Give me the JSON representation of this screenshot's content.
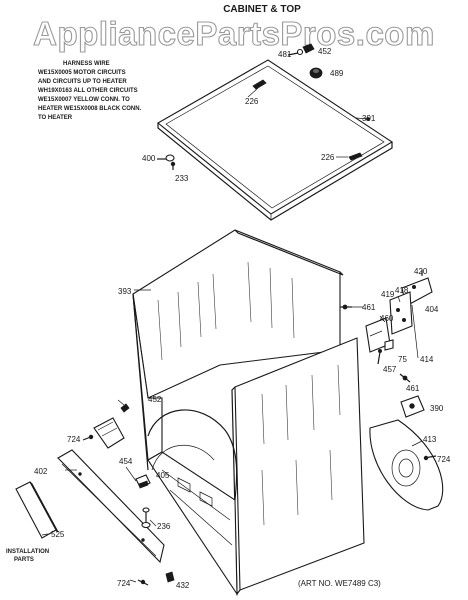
{
  "header": {
    "title": "CABINET & TOP",
    "watermark": "AppliancePartsPros.com"
  },
  "harness_note": {
    "lines": [
      "HARNESS WIRE",
      "WE15X0005 MOTOR CIRCUITS",
      "AND CIRCUITS UP TO HEATER",
      "WH19X0163 ALL OTHER CIRCUITS",
      "WE15X0007 YELLOW CONN. TO",
      "HEATER WE15X0008 BLACK CONN.",
      "TO HEATER"
    ]
  },
  "labels": {
    "p481": "481",
    "p452a": "452",
    "p489": "489",
    "p226a": "226",
    "p391": "391",
    "p400": "400",
    "p233": "233",
    "p226b": "226",
    "p420": "420",
    "p393": "393",
    "p461a": "461",
    "p419": "419",
    "p418": "418",
    "p460": "460",
    "p404": "404",
    "p75": "75",
    "p414": "414",
    "p457": "457",
    "p461b": "461",
    "p390": "390",
    "p452b": "452",
    "p413": "413",
    "p724a": "724",
    "p724b": "724",
    "p405": "405",
    "p454": "454",
    "p402": "402",
    "p236": "236",
    "p525": "525",
    "p724c": "724",
    "p432": "432"
  },
  "installation_label": "INSTALLATION\nPARTS",
  "installation_lines": [
    "INSTALLATION",
    "PARTS"
  ],
  "art_no": "(ART NO. WE7489 C3)"
}
